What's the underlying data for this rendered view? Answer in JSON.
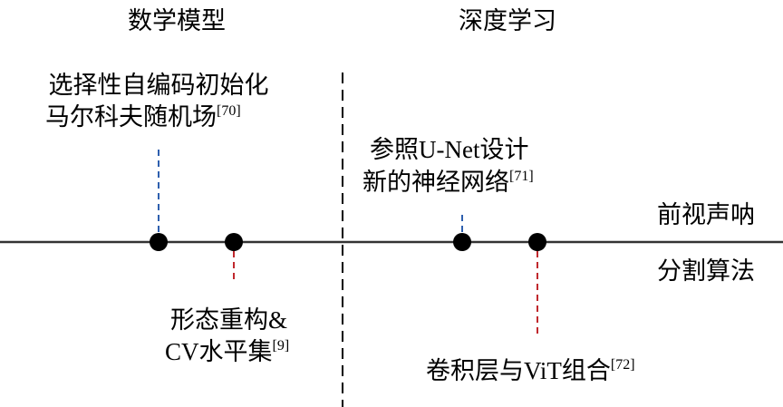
{
  "headers": {
    "left": "数学模型",
    "right": "深度学习"
  },
  "lanes": {
    "top": "前视声呐",
    "bottom": "分割算法"
  },
  "events": [
    {
      "line1": "选择性自编码初始化",
      "line2": "马尔科夫随机场",
      "ref": "[70]",
      "color": "#2e5fae",
      "side": "above"
    },
    {
      "line1": "形态重构&",
      "line2": "CV水平集",
      "ref": "[9]",
      "color": "#c0282d",
      "side": "below"
    },
    {
      "line1": "参照U-Net设计",
      "line2": "新的神经网络",
      "ref": "[71]",
      "color": "#2e5fae",
      "side": "above"
    },
    {
      "line1": "卷积层与ViT组合",
      "ref": "[72]",
      "color": "#c0282d",
      "side": "below"
    }
  ]
}
